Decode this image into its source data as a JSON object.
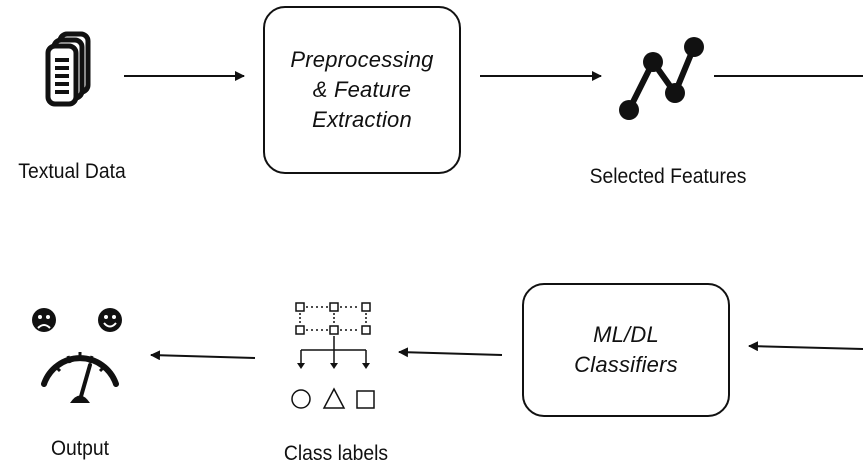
{
  "nodes": {
    "textual_data": {
      "label": "Textual Data",
      "icon": "documents-icon"
    },
    "preprocessing": {
      "lines": [
        "Preprocessing",
        "& Feature",
        "Extraction"
      ]
    },
    "selected_features": {
      "label": "Selected Features",
      "icon": "feature-graph-icon"
    },
    "classifiers": {
      "lines": [
        "ML/DL",
        "Classifiers"
      ]
    },
    "class_labels": {
      "label": "Class labels",
      "icon": "class-hierarchy-icon"
    },
    "output": {
      "label": "Output",
      "icon": "sentiment-gauge-icon"
    }
  },
  "colors": {
    "stroke": "#111111",
    "background": "#ffffff"
  }
}
